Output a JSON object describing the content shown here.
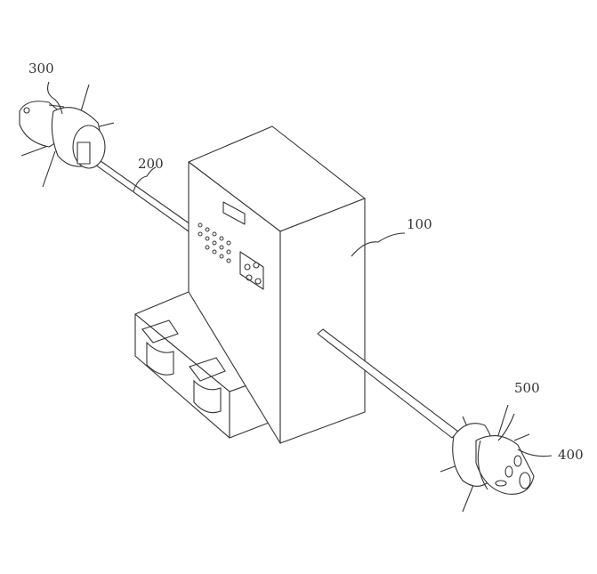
{
  "figure": {
    "labels": {
      "cabinet": "100",
      "rod": "200",
      "left_head": "300",
      "right_head": "400",
      "right_ring": "500"
    },
    "line_color": "#333333",
    "background": "#ffffff"
  }
}
